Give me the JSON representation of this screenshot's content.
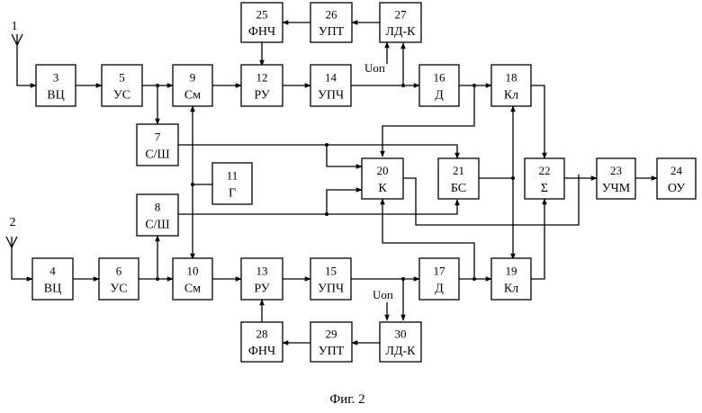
{
  "figure": {
    "caption": "Фиг. 2",
    "antennas": [
      {
        "id": "ant1",
        "label": "1"
      },
      {
        "id": "ant2",
        "label": "2"
      }
    ],
    "reference_labels": [
      {
        "id": "uop-top",
        "text": "Uоп"
      },
      {
        "id": "uop-bottom",
        "text": "Uоп"
      }
    ],
    "blocks": [
      {
        "num": "3",
        "name": "ВЦ"
      },
      {
        "num": "5",
        "name": "УС"
      },
      {
        "num": "9",
        "name": "См"
      },
      {
        "num": "12",
        "name": "РУ"
      },
      {
        "num": "14",
        "name": "УПЧ"
      },
      {
        "num": "16",
        "name": "Д"
      },
      {
        "num": "18",
        "name": "Кл"
      },
      {
        "num": "25",
        "name": "ФНЧ"
      },
      {
        "num": "26",
        "name": "УПТ"
      },
      {
        "num": "27",
        "name": "ЛД-К"
      },
      {
        "num": "7",
        "name": "С/Ш"
      },
      {
        "num": "11",
        "name": "Г"
      },
      {
        "num": "8",
        "name": "С/Ш"
      },
      {
        "num": "20",
        "name": "К"
      },
      {
        "num": "21",
        "name": "БС"
      },
      {
        "num": "22",
        "name": "Σ"
      },
      {
        "num": "23",
        "name": "УЧМ"
      },
      {
        "num": "24",
        "name": "ОУ"
      },
      {
        "num": "4",
        "name": "ВЦ"
      },
      {
        "num": "6",
        "name": "УС"
      },
      {
        "num": "10",
        "name": "См"
      },
      {
        "num": "13",
        "name": "РУ"
      },
      {
        "num": "15",
        "name": "УПЧ"
      },
      {
        "num": "17",
        "name": "Д"
      },
      {
        "num": "19",
        "name": "Кл"
      },
      {
        "num": "28",
        "name": "ФНЧ"
      },
      {
        "num": "29",
        "name": "УПТ"
      },
      {
        "num": "30",
        "name": "ЛД-К"
      }
    ]
  }
}
